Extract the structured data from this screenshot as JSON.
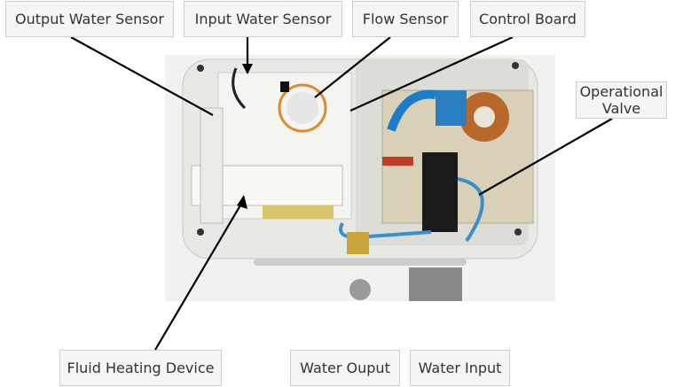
{
  "labels": {
    "output_water_sensor": "Output Water Sensor",
    "input_water_sensor": "Input Water Sensor",
    "flow_sensor": "Flow Sensor",
    "control_board": "Control Board",
    "operational_valve": "Operational Valve",
    "fluid_heating_device": "Fluid Heating Device",
    "water_output": "Water Ouput",
    "water_input": "Water Input"
  }
}
